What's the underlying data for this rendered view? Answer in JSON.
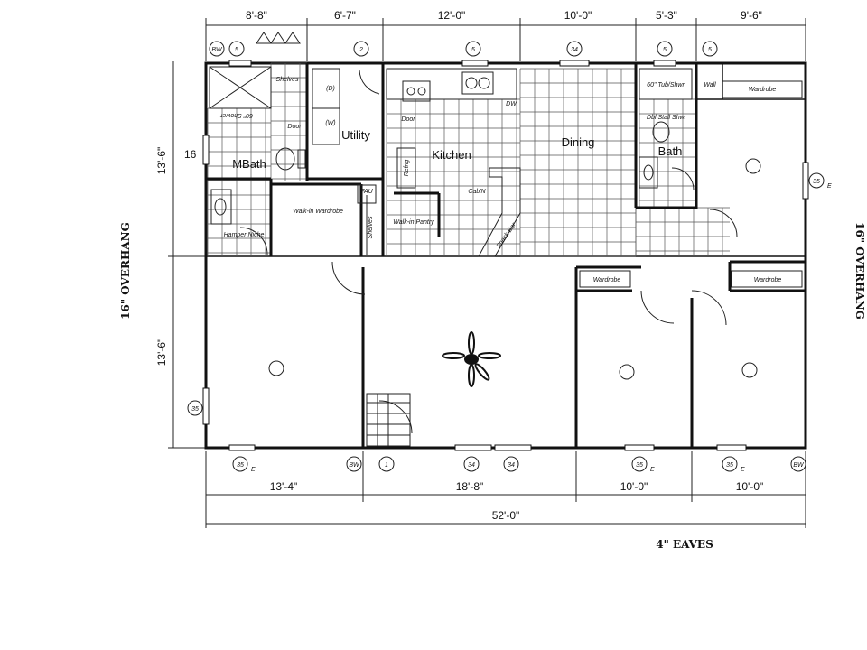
{
  "dimensions": {
    "top": [
      "8'-8\"",
      "6'-7\"",
      "12'-0\"",
      "10'-0\"",
      "5'-3\"",
      "9'-6\""
    ],
    "bottom": [
      "13'-4\"",
      "18'-8\"",
      "10'-0\"",
      "10'-0\""
    ],
    "overall": "52'-0\"",
    "left_upper": "13'-6\"",
    "left_lower": "13'-6\""
  },
  "rooms": {
    "master_bath": "MBath",
    "utility": "Utility",
    "kitchen": "Kitchen",
    "dining": "Dining",
    "bath": "Bath"
  },
  "fixtures": {
    "shelves_1": "Shelves",
    "door_1": "Door",
    "shower": "60\" Shower",
    "d_mark": "(D)",
    "w_mark": "(W)",
    "door_kitchen": "Door",
    "dw": "DW",
    "refrig": "Refrig",
    "cab": "Cab'N",
    "walk_in_wardrobe": "Walk-in Wardrobe",
    "fau": "FAU",
    "shelves_2": "Shelves",
    "walk_in_pantry": "Walk-in Pantry",
    "hamper_niche": "Hamper Niche",
    "snack_bar": "Snack Bar",
    "tub_shower": "60\" Tub/Shwr",
    "wall": "Wall",
    "dbl_stall_shower": "Dbl Stall Shwr",
    "wardrobe_top": "Wardrobe",
    "wardrobe_bed3": "Wardrobe",
    "wardrobe_bed4": "Wardrobe"
  },
  "annotations": {
    "overhang_left": "16\" OVERHANG",
    "overhang_right": "16\" OVERHANG",
    "eaves": "4\" EAVES",
    "side_number": "16"
  },
  "symbols": {
    "hose_bib": "BW",
    "window_code": "35",
    "window_code_34": "34",
    "window_code_5": "5",
    "door_code": "2",
    "door_code_1": "1",
    "egress_mark": "E"
  }
}
